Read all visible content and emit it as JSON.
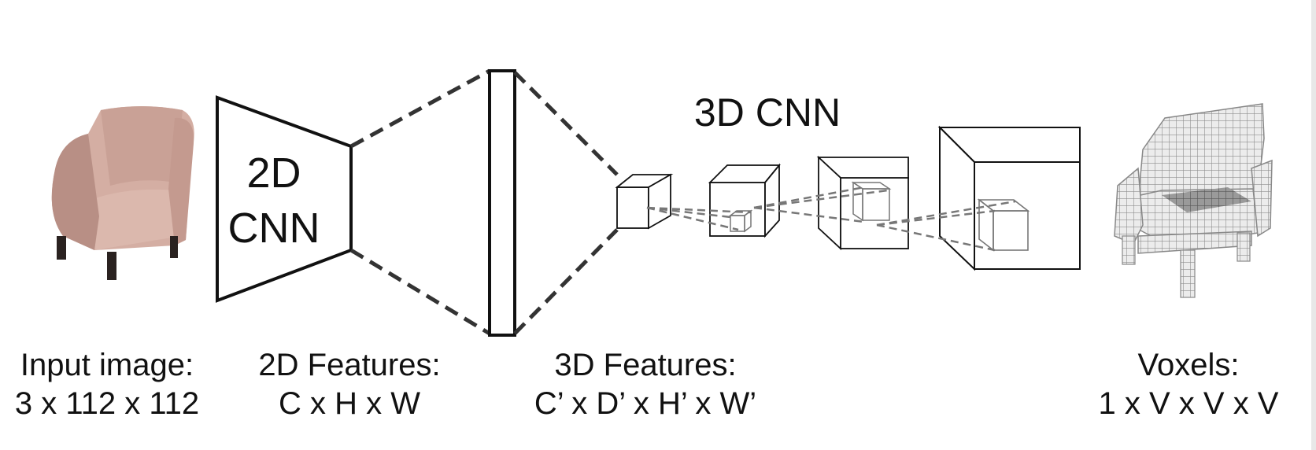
{
  "title_3d_cnn": "3D CNN",
  "encoder_label_line1": "2D",
  "encoder_label_line2": "CNN",
  "captions": {
    "input": {
      "line1": "Input image:",
      "line2": "3 x 112 x 112"
    },
    "features2d": {
      "line1": "2D Features:",
      "line2": "C x H x W"
    },
    "features3d": {
      "line1": "3D Features:",
      "line2": "C’ x D’ x H’ x W’"
    },
    "voxels": {
      "line1": "Voxels:",
      "line2": "1 x V x V x V"
    }
  },
  "colors": {
    "chair": "#d4aea3",
    "chair_shadow": "#b88f85",
    "legs": "#2a2220",
    "voxel": "#e6e6e6",
    "voxel_grid": "#8e8e8e",
    "line": "#111111",
    "dashed": "#333333",
    "inner_dashed": "#777777"
  }
}
